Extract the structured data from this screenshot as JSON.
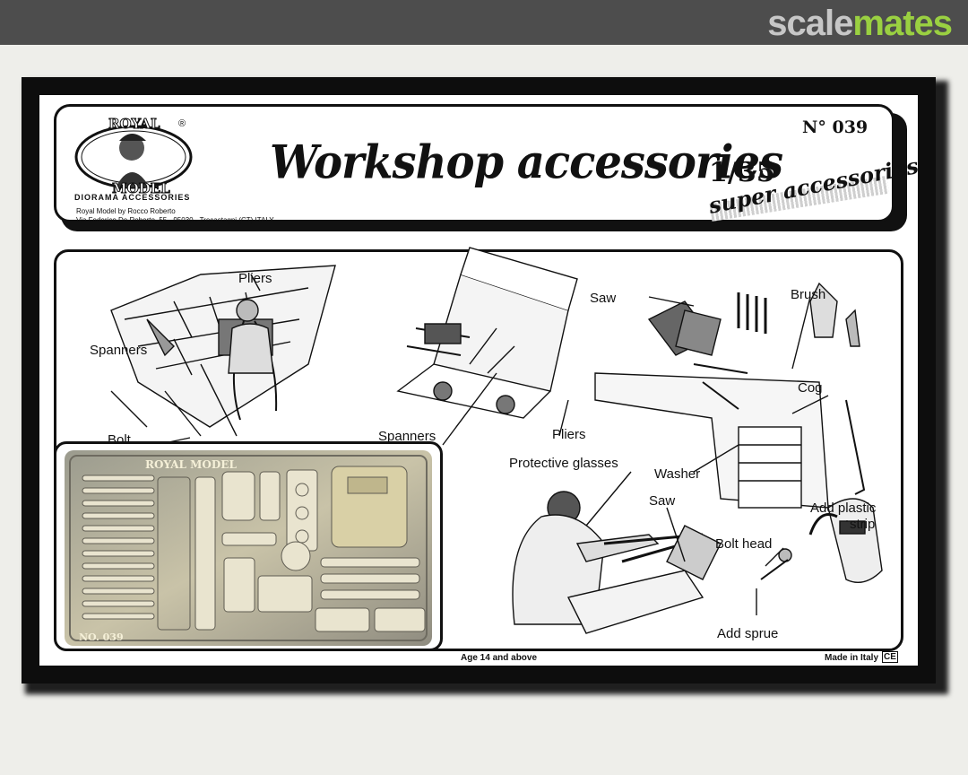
{
  "site": {
    "brand_first": "scale",
    "brand_second": "mates",
    "brand_color": "#9ad041",
    "bar_color": "#4d4d4d"
  },
  "box": {
    "logo_top": "ROYAL",
    "logo_bottom": "MODEL",
    "logo_mark": "®",
    "logo_subtitle": "DIORAMA ACCESSORIES",
    "address_line1": "Royal Model by Rocco Roberto",
    "address_line2": "Via Federico De Roberto, 55 - 95030 - Trecastagni (CT) ITALY",
    "title": "Workshop accessories",
    "scale": "1/35",
    "number": "N° 039",
    "tagline": "super accessories"
  },
  "labels": {
    "pliers_top": "Pliers",
    "spanners_left": "Spanners",
    "bolt": "Bolt",
    "spanners_mid": "Spanners",
    "pliers_mid": "Pliers",
    "saw_top": "Saw",
    "brush": "Brush",
    "cog": "Cog",
    "washer": "Washer",
    "protective_glasses": "Protective glasses",
    "saw_bottom": "Saw",
    "add_plastic_strip_1": "Add plastic",
    "add_plastic_strip_2": "strip",
    "bolt_head": "Bolt head",
    "add_sprue": "Add sprue"
  },
  "plate": {
    "brand": "ROYAL MODEL",
    "code": "NO. 039"
  },
  "footer": {
    "age": "Age 14 and above",
    "made_in": "Made in Italy",
    "ce_mark": "CE"
  }
}
